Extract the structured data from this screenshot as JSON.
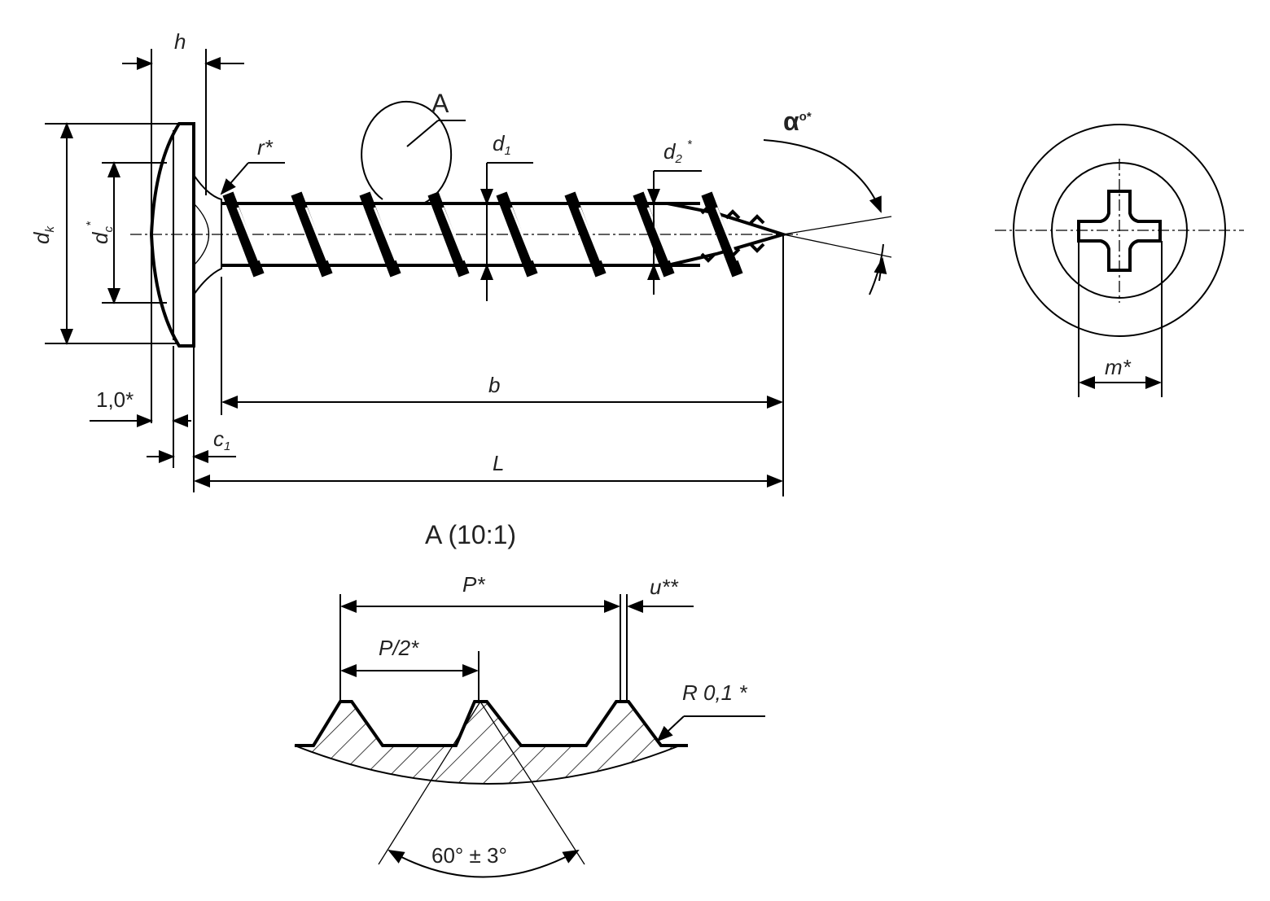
{
  "drawing": {
    "labels": {
      "h": "h",
      "view_a": "A",
      "r": "r*",
      "d1": "d",
      "d1_sub": "1",
      "d2": "d",
      "d2_sub": "2",
      "d2_star": "*",
      "alpha": "α",
      "alpha_sup": "o*",
      "dk": "d",
      "dk_sub": "k",
      "dc": "d",
      "dc_sub": "c",
      "dc_star": "*",
      "washer": "1,0*",
      "c1": "c",
      "c1_sub": "1",
      "b": "b",
      "L": "L",
      "m": "m*"
    },
    "detail": {
      "title": "A (10:1)",
      "pitch": "P*",
      "half_pitch": "P/2*",
      "u": "u**",
      "radius": "R 0,1 *",
      "angle": "60° ± 3°"
    },
    "colors": {
      "line": "#000000",
      "background": "#ffffff"
    }
  }
}
